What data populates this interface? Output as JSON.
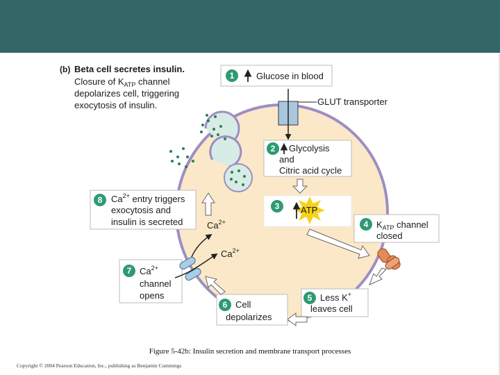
{
  "panel": {
    "label": "(b)",
    "title": "Beta cell secretes insulin.",
    "desc_line1": "Closure of K",
    "desc_line1_sub": "ATP",
    "desc_line1_rest": " channel",
    "desc_line2": "depolarizes cell, triggering",
    "desc_line3": "exocytosis of insulin."
  },
  "steps": [
    {
      "num": "1",
      "lines": [
        "Glucose in blood"
      ]
    },
    {
      "num": "2",
      "lines": [
        "Glycolysis",
        "and",
        "Citric acid cycle"
      ]
    },
    {
      "num": "3",
      "lines": [
        "ATP"
      ]
    },
    {
      "num": "4",
      "k": "K",
      "sub": "ATP",
      "rest": " channel",
      "line2": "closed"
    },
    {
      "num": "5",
      "line1": "Less K",
      "sup": "+",
      "line2": "leaves cell"
    },
    {
      "num": "6",
      "lines": [
        "Cell",
        "depolarizes"
      ]
    },
    {
      "num": "7",
      "ca": "Ca",
      "sup": "2+",
      "line2": "channel",
      "line3": "opens"
    },
    {
      "num": "8",
      "ca": "Ca",
      "sup": "2+",
      "rest": " entry triggers",
      "line2": "exocytosis and",
      "line3": "insulin is secreted"
    }
  ],
  "labels": {
    "glut": "GLUT transporter",
    "ca_upper": "Ca",
    "ca_upper_sup": "2+",
    "ca_lower": "Ca",
    "ca_lower_sup": "2+"
  },
  "caption": "Figure 5-42b: Insulin secretion and membrane transport processes",
  "copyright": "Copyright © 2004 Pearson Education, Inc., publishing as Benjamin Cummings",
  "colors": {
    "header": "#336666",
    "cell_fill": "#fbe8c8",
    "cell_border": "#9d8ec3",
    "step_badge": "#2e9a72",
    "vesicle": "#d7ece4",
    "granule": "#2e7c5c",
    "glut": "#a9c7dc",
    "katp": "#e58a56",
    "ca_channel": "#a9cde6",
    "atp_star": "#f6d21a"
  }
}
